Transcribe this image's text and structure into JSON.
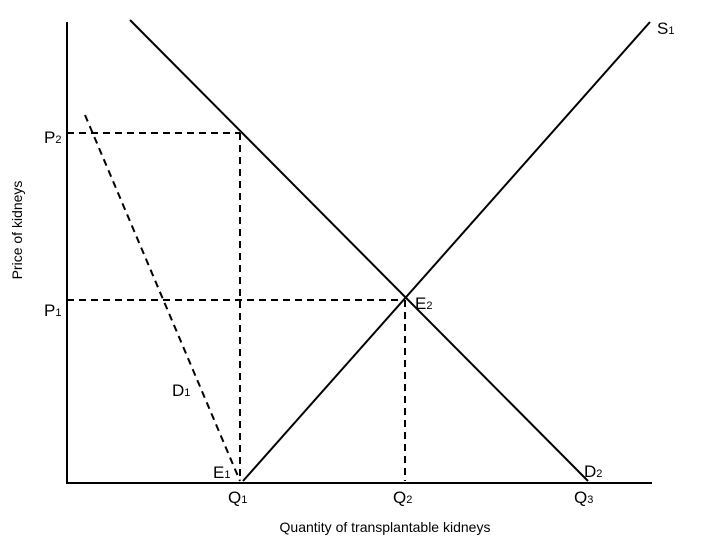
{
  "diagram": {
    "x_axis_label": "Quantity of transplantable kidneys",
    "y_axis_label": "Price of kidneys",
    "labels": {
      "P2": {
        "main": "P",
        "sub": "2"
      },
      "P1": {
        "main": "P",
        "sub": "1"
      },
      "Q1": {
        "main": "Q",
        "sub": "1"
      },
      "Q2": {
        "main": "Q",
        "sub": "2"
      },
      "Q3": {
        "main": "Q",
        "sub": "3"
      },
      "S1": {
        "main": "S",
        "sub": "1"
      },
      "D1": {
        "main": "D",
        "sub": "1"
      },
      "D2": {
        "main": "D",
        "sub": "2"
      },
      "E1": {
        "main": "E",
        "sub": "1"
      },
      "E2": {
        "main": "E",
        "sub": "2"
      }
    },
    "colors": {
      "line": "#000000",
      "background": "#ffffff"
    }
  }
}
